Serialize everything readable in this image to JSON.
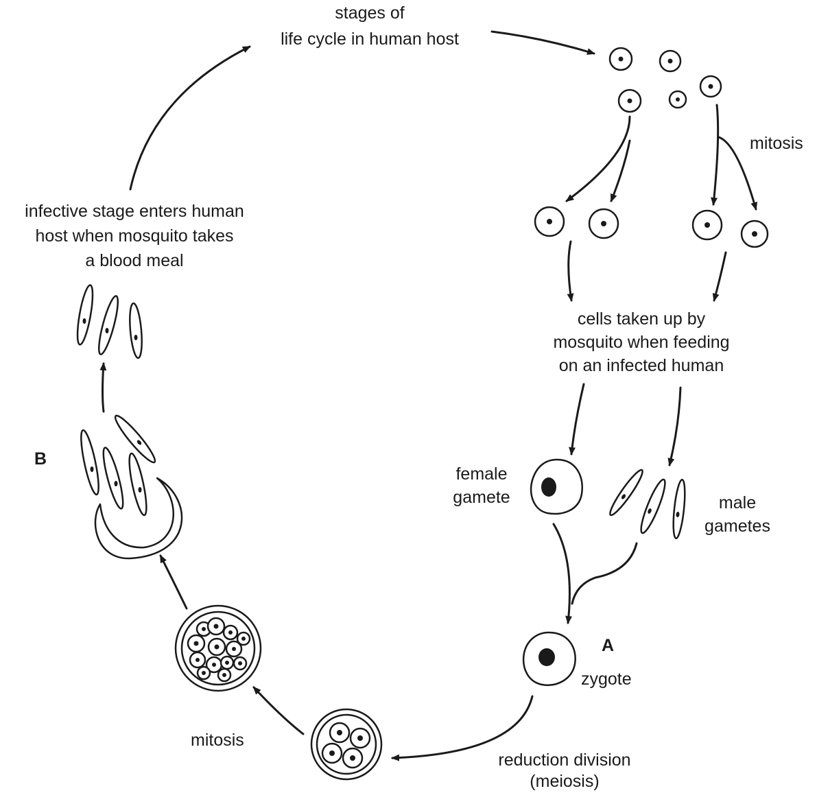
{
  "labels": {
    "stages_line1": "stages of",
    "stages_line2": "life cycle in human host",
    "mitosis_top": "mitosis",
    "infective_line1": "infective stage enters human",
    "infective_line2": "host when mosquito takes",
    "infective_line3": "a blood meal",
    "cells_line1": "cells taken up by",
    "cells_line2": "mosquito when feeding",
    "cells_line3": "on an infected human",
    "female_line1": "female",
    "female_line2": "gamete",
    "male_line1": "male",
    "male_line2": "gametes",
    "letter_a": "A",
    "zygote": "zygote",
    "letter_b": "B",
    "mitosis_bottom": "mitosis",
    "reduction_line1": "reduction division",
    "reduction_line2": "(meiosis)"
  },
  "colors": {
    "ink": "#1a1a1a",
    "background": "#ffffff"
  }
}
